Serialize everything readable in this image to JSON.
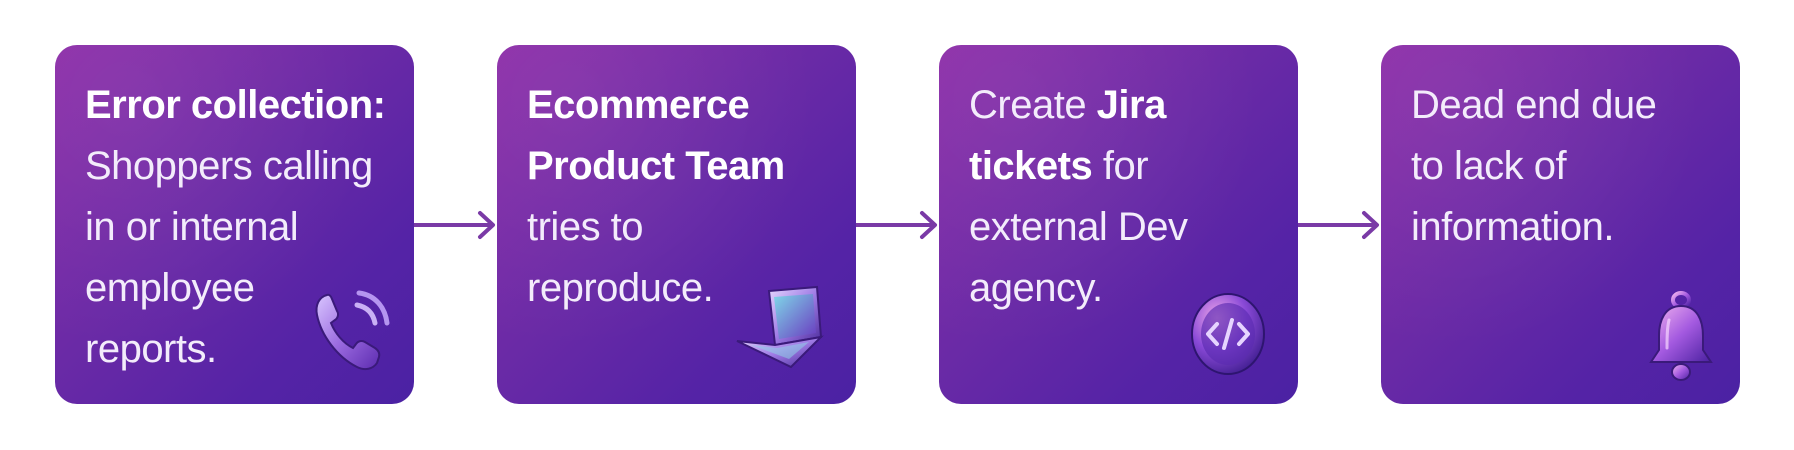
{
  "steps": [
    {
      "lines": [
        {
          "bold": "Error collection:",
          "rest": ""
        },
        {
          "bold": "",
          "rest": "Shoppers calling"
        },
        {
          "bold": "",
          "rest": "in or internal"
        },
        {
          "bold": "",
          "rest": "employee"
        },
        {
          "bold": "",
          "rest": "reports."
        }
      ],
      "icon": "phone-icon"
    },
    {
      "lines": [
        {
          "bold": "Ecommerce",
          "rest": ""
        },
        {
          "bold": "Product Team",
          "rest": ""
        },
        {
          "bold": "",
          "rest": "tries to"
        },
        {
          "bold": "",
          "rest": "reproduce."
        }
      ],
      "icon": "laptop-icon"
    },
    {
      "lines": [
        {
          "pre": "Create ",
          "bold": "Jira",
          "rest": ""
        },
        {
          "pre": "",
          "bold": "tickets",
          "rest": " for"
        },
        {
          "pre": "",
          "bold": "",
          "rest": "external Dev"
        },
        {
          "pre": "",
          "bold": "",
          "rest": "agency."
        }
      ],
      "icon": "code-icon"
    },
    {
      "lines": [
        {
          "bold": "",
          "rest": "Dead end due"
        },
        {
          "bold": "",
          "rest": "to lack of"
        },
        {
          "bold": "",
          "rest": "information."
        }
      ],
      "icon": "bell-icon"
    }
  ],
  "colors": {
    "card_gradient_start": "#8d2ea8",
    "card_gradient_end": "#4b22a3",
    "arrow": "#7a3aa6",
    "text": "#ffffff"
  }
}
